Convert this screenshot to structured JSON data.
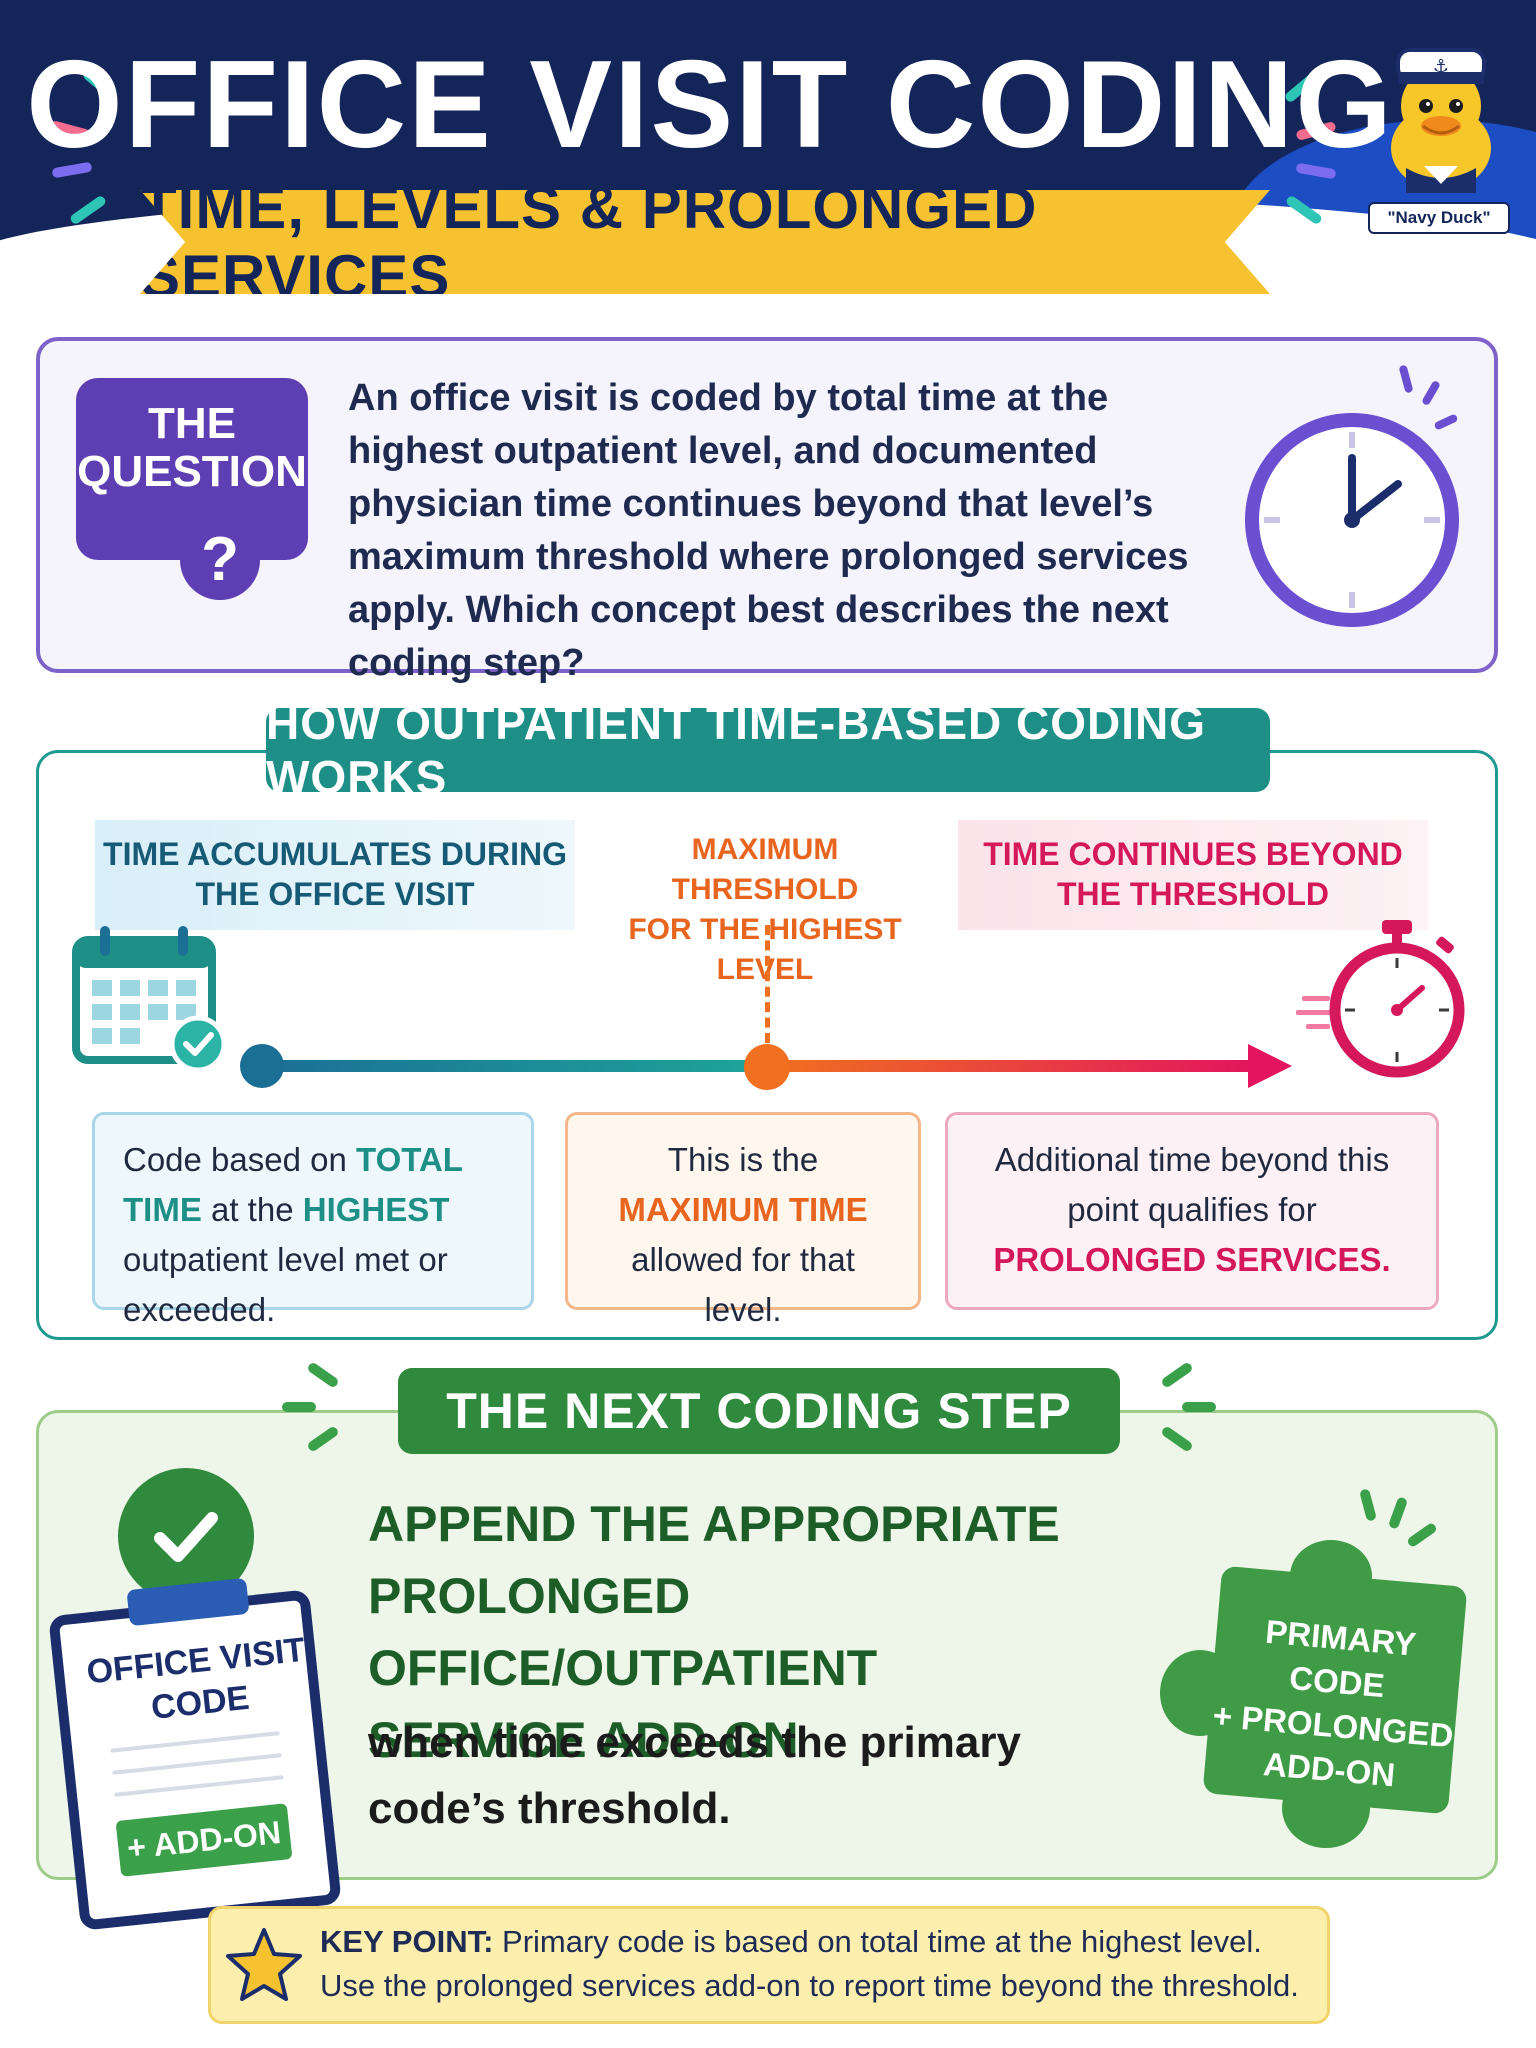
{
  "header": {
    "title": "OFFICE VISIT CODING",
    "subtitle": "TIME, LEVELS & PROLONGED SERVICES",
    "mascot_label": "\"Navy Duck\""
  },
  "question": {
    "badge_line1": "THE",
    "badge_line2": "QUESTION",
    "badge_mark": "?",
    "text": "An office visit is coded by total time at the highest outpatient level, and documented physician time continues beyond that level’s maximum threshold where prolonged services apply. Which concept best describes the next coding step?"
  },
  "how": {
    "title": "HOW OUTPATIENT TIME-BASED CODING WORKS",
    "stage1_label_line1": "TIME ACCUMULATES DURING",
    "stage1_label_line2": "THE OFFICE VISIT",
    "stage2_label_line1": "MAXIMUM THRESHOLD",
    "stage2_label_line2": "FOR THE HIGHEST LEVEL",
    "stage3_label_line1": "TIME CONTINUES BEYOND",
    "stage3_label_line2": "THE THRESHOLD",
    "card1": {
      "pre": "Code based on ",
      "hl1": "TOTAL TIME",
      "mid": " at the ",
      "hl2": "HIGHEST",
      "post": " outpatient level met or exceeded."
    },
    "card2": {
      "pre": "This is the ",
      "hl": "MAXIMUM TIME",
      "post": " allowed for that level."
    },
    "card3": {
      "pre": "Additional time beyond this point qualifies for ",
      "hl": "PROLONGED SERVICES."
    }
  },
  "next": {
    "title": "THE NEXT CODING STEP",
    "heading_line1": "APPEND THE APPROPRIATE",
    "heading_line2": "PROLONGED OFFICE/OUTPATIENT",
    "heading_line3": "SERVICE ADD-ON",
    "body_line1": "when time exceeds the primary",
    "body_line2": "code’s threshold.",
    "clipboard_line1": "OFFICE VISIT",
    "clipboard_line2": "CODE",
    "clipboard_addon": "+ ADD-ON",
    "puzzle_line1": "PRIMARY CODE",
    "puzzle_line2": "+ PROLONGED",
    "puzzle_line3": "ADD-ON"
  },
  "key_point": {
    "label": "KEY POINT:",
    "line1": " Primary code is based on total time at the highest level.",
    "line2": "Use the prolonged services add-on to report time beyond the threshold."
  },
  "colors": {
    "navy": "#14255a",
    "yellow": "#f6c22f",
    "purple": "#5e3fb3",
    "teal": "#1e8f86",
    "orange": "#f0701f",
    "pink": "#d5185a",
    "green": "#2f8a3d"
  },
  "icons": [
    "sparkle-rays-icon",
    "navy-duck-mascot-icon",
    "question-mark-icon",
    "clock-icon",
    "calendar-check-icon",
    "stopwatch-icon",
    "check-circle-icon",
    "clipboard-icon",
    "puzzle-piece-icon",
    "star-icon"
  ]
}
